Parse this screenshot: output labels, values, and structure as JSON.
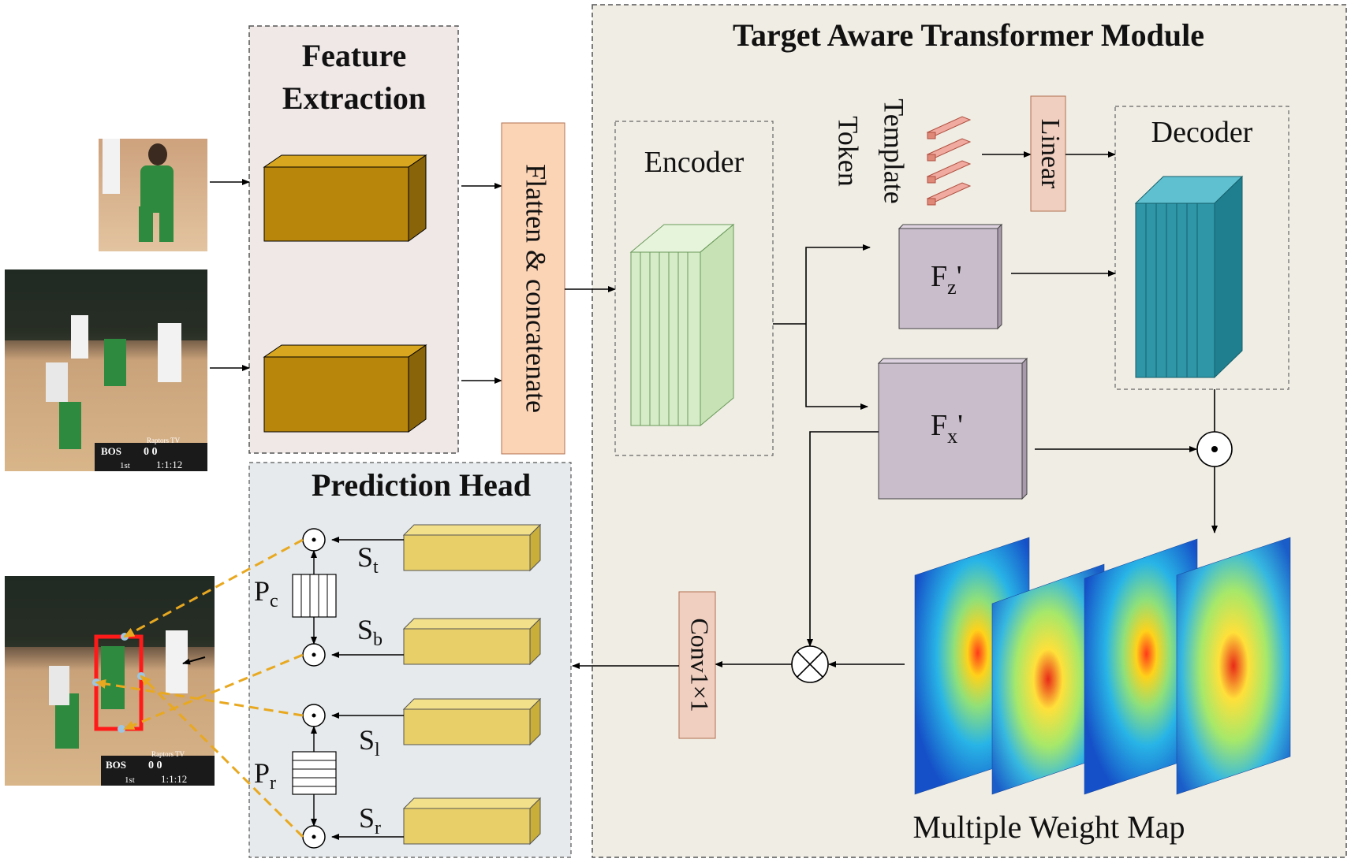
{
  "modules": {
    "feature_extraction": {
      "title_line1": "Feature",
      "title_line2": "Extraction"
    },
    "flatten": {
      "label": "Flatten & concatenate"
    },
    "transformer": {
      "title": "Target Aware Transformer Module",
      "encoder": "Encoder",
      "template_token_line1": "Template",
      "template_token_line2": "Token",
      "linear": "Linear",
      "decoder": "Decoder",
      "fz_main": "F",
      "fz_sub": "z",
      "fz_prime": "'",
      "fx_main": "F",
      "fx_sub": "x",
      "fx_prime": "'",
      "conv": "Conv1×1",
      "weight_map": "Multiple Weight Map"
    },
    "prediction_head": {
      "title": "Prediction Head",
      "st_main": "S",
      "st_sub": "t",
      "sb_main": "S",
      "sb_sub": "b",
      "sl_main": "S",
      "sl_sub": "l",
      "sr_main": "S",
      "sr_sub": "r",
      "pc_main": "P",
      "pc_sub": "c",
      "pr_main": "P",
      "pr_sub": "r"
    }
  },
  "images": {
    "scoreboard_top": {
      "team": "BOS",
      "score": "0  0",
      "period": "1st",
      "clock": "1:1:12",
      "channel": "Raptors TV"
    },
    "scoreboard_bottom": {
      "team": "BOS",
      "score": "0  0",
      "period": "1st",
      "clock": "1:1:12",
      "channel": "Raptors TV"
    }
  },
  "colors": {
    "feature_box": "#b8860b",
    "flatten_box": "#fbd3b5",
    "encoder_slab": "#d6ecc8",
    "decoder_slab": "#2f96a8",
    "f_box": "#c9bccb",
    "linear_box": "#f0cfc0",
    "conv_box": "#f0cfc0",
    "head_box": "#e8cf68",
    "transformer_bg": "#f0ede4",
    "prediction_bg": "#e6eaec",
    "feature_bg": "#efe8e6",
    "arrow_orange": "#e8a820",
    "bbox_red": "#ff1a1a"
  }
}
